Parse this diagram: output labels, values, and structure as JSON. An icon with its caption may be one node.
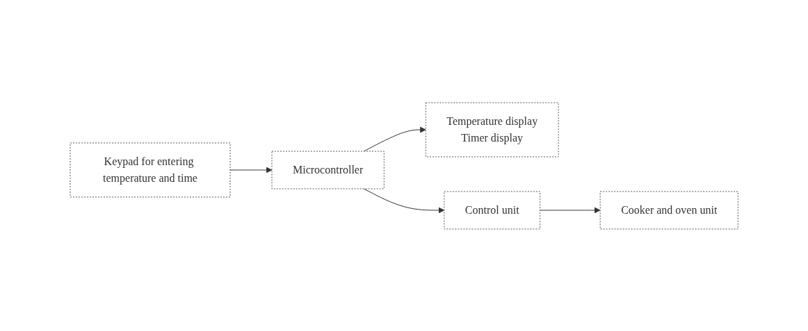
{
  "diagram": {
    "nodes": [
      {
        "text": [
          "Keypad for entering temperature and time"
        ]
      },
      {
        "text": [
          "Microcontroller"
        ]
      },
      {
        "text": [
          "Temperature display",
          "Timer display"
        ]
      },
      {
        "text": [
          "Control unit"
        ]
      },
      {
        "text": [
          "Cooker and oven unit"
        ]
      }
    ],
    "edges": [
      {
        "from": 0,
        "to": 1,
        "arrow": "to"
      },
      {
        "from": 1,
        "to": 2,
        "arrow": "to"
      },
      {
        "from": 1,
        "to": 3,
        "arrow": "to"
      },
      {
        "from": 3,
        "to": 4,
        "arrow": "to"
      }
    ]
  }
}
